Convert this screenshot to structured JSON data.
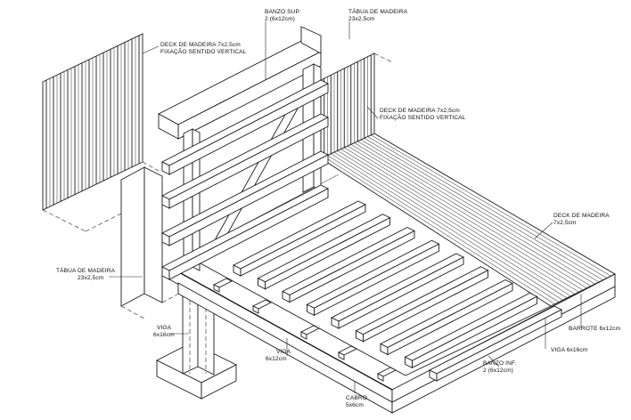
{
  "labels": {
    "banzo_sup": {
      "line1": "BANZO SUP.",
      "line2": "2 (6x12cm)"
    },
    "tabua_top": {
      "line1": "TÁBUA DE MADEIRA",
      "line2": "23x2,5cm"
    },
    "deck_left": {
      "line1": "DECK DE MADEIRA 7x2,5cm",
      "line2": "FIXAÇÃO SENTIDO VERTICAL"
    },
    "deck_mid": {
      "line1": "DECK DE MADEIRA 7x2,5cm",
      "line2": "FIXAÇÃO SENTIDO VERTICAL"
    },
    "deck_right": {
      "line1": "DECK DE MADEIRA",
      "line2": "7x2,5cm"
    },
    "tabua_left": {
      "line1": "TÁBUA DE MADEIRA",
      "line2": "23x2,5cm"
    },
    "barrote": {
      "line1": "BARROTE 6x12cm"
    },
    "viga_right": {
      "line1": "VIGA 6x16cm"
    },
    "viga_left": {
      "line1": "VIGA",
      "line2": "6x16cm"
    },
    "viga_bottom": {
      "line1": "VIGA",
      "line2": "6x12cm"
    },
    "banzo_inf": {
      "line1": "BANZO INF.",
      "line2": "2 (6x12cm)"
    },
    "cabro": {
      "line1": "CABRO",
      "line2": "5x6cm"
    }
  }
}
